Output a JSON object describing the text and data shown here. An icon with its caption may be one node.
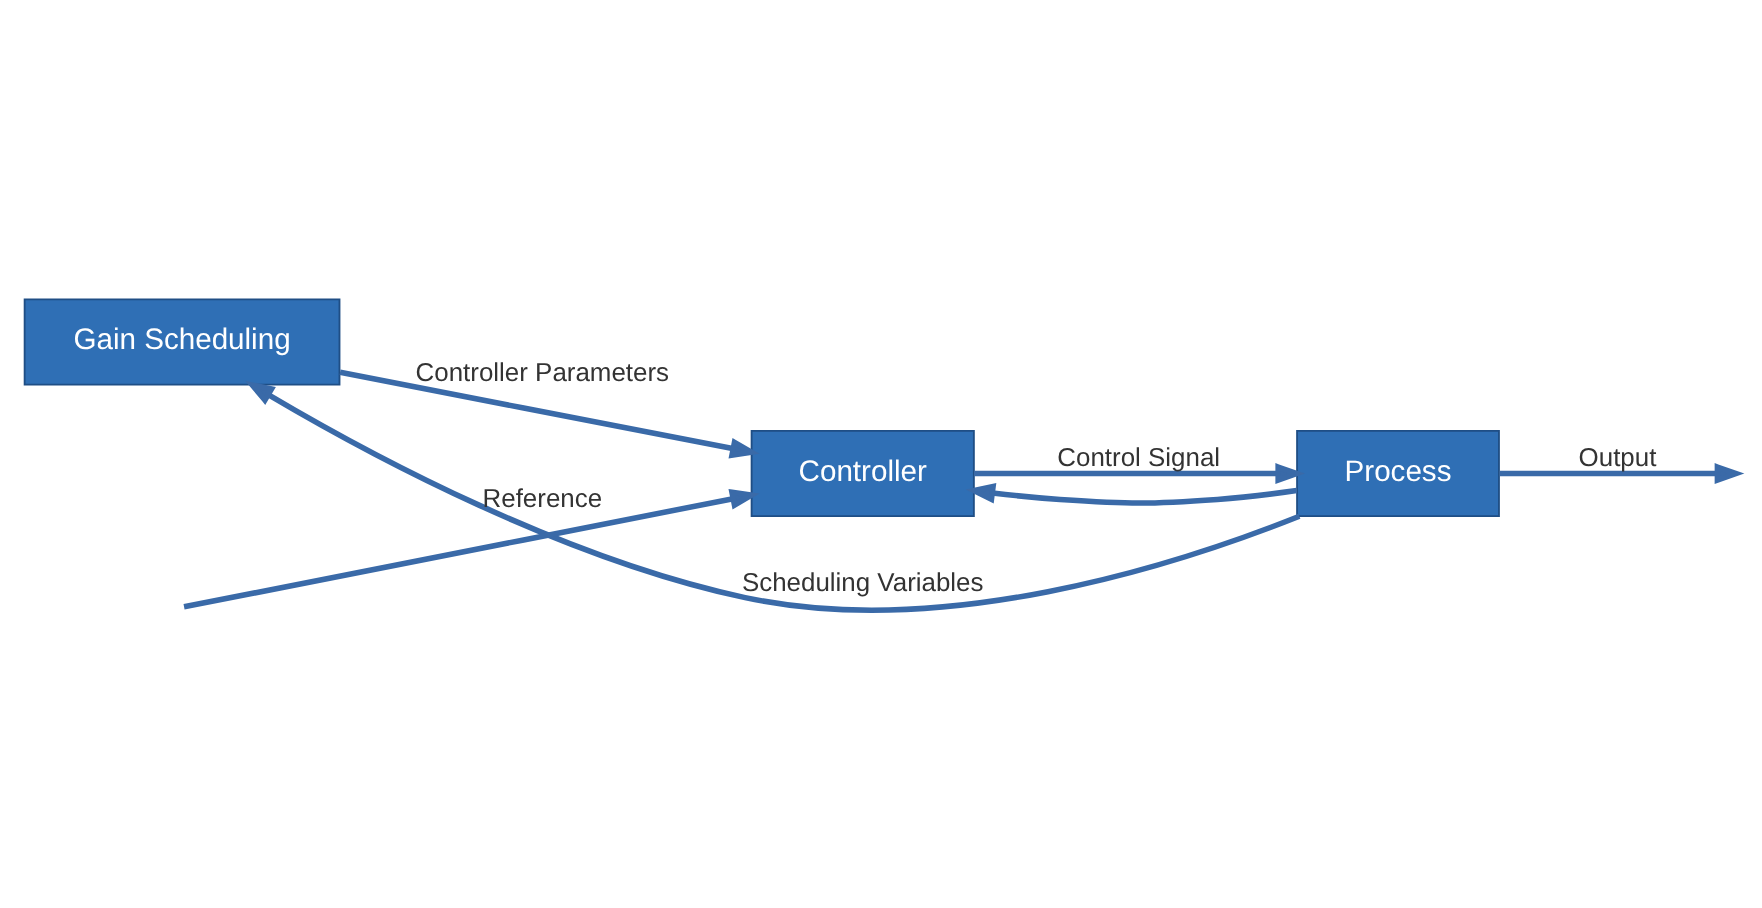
{
  "diagram": {
    "nodes": [
      {
        "text": [
          "Gain Scheduling"
        ]
      },
      {
        "text": [
          "Controller"
        ]
      },
      {
        "text": [
          "Process"
        ]
      }
    ],
    "edges": [
      {
        "from": 0,
        "to": 1,
        "arrow": "to",
        "label": "Controller Parameters"
      },
      {
        "from": null,
        "to": 1,
        "arrow": "to",
        "label": "Reference"
      },
      {
        "from": 1,
        "to": 2,
        "arrow": "to",
        "label": "Control Signal"
      },
      {
        "from": 2,
        "to": null,
        "arrow": "to",
        "label": "Output"
      },
      {
        "from": 2,
        "to": 0,
        "arrow": "to",
        "label": "Scheduling Variables"
      },
      {
        "from": 2,
        "to": 1,
        "arrow": "to"
      }
    ]
  }
}
